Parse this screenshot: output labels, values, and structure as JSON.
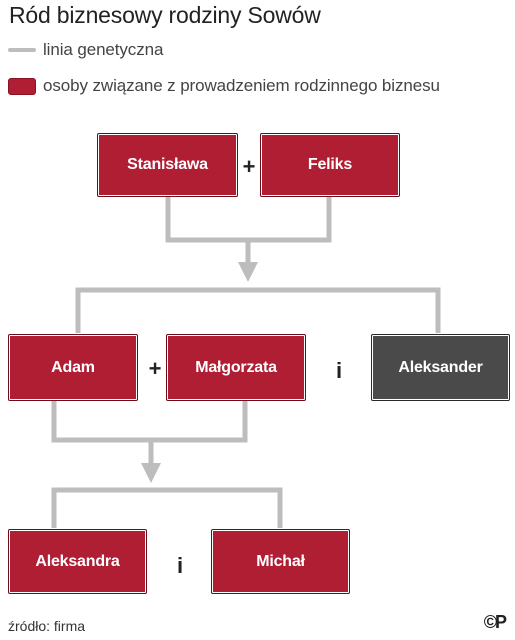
{
  "title": "Ród biznesowy rodziny Sowów",
  "legend": {
    "line_label": "linia genetyczna",
    "box_label": "osoby związane z prowadzeniem rodzinnego biznesu"
  },
  "people": {
    "stanislawa": "Stanisława",
    "feliks": "Feliks",
    "adam": "Adam",
    "malgorzata": "Małgorzata",
    "aleksander": "Aleksander",
    "aleksandra": "Aleksandra",
    "michal": "Michał"
  },
  "operators": {
    "plus": "+",
    "and": "i"
  },
  "source": "źródło: firma",
  "logo": "©P",
  "colors": {
    "business": "#b01e34",
    "non_business": "#4a4a4a",
    "line": "#bdbdbd"
  }
}
